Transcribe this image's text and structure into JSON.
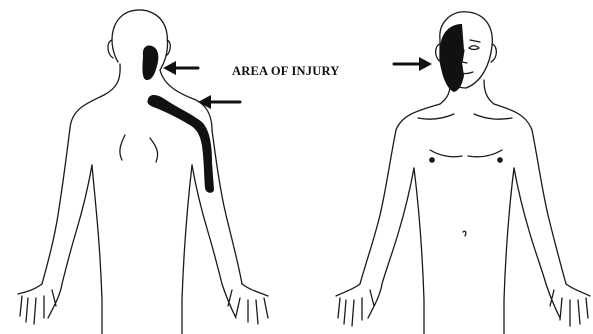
{
  "diagram": {
    "annotation_label": "AREA OF INJURY",
    "colors": {
      "line": "#1a1a1a",
      "injury": "#111111",
      "background": "#ffffff"
    },
    "figures": [
      {
        "name": "back-view-figure",
        "view": "posterior"
      },
      {
        "name": "front-view-figure",
        "view": "anterior"
      }
    ],
    "injury_regions": [
      {
        "name": "neck-injury-region",
        "figure": "back-view-figure"
      },
      {
        "name": "shoulder-arm-injury-region",
        "figure": "back-view-figure"
      },
      {
        "name": "face-injury-region",
        "figure": "front-view-figure"
      }
    ],
    "arrows": [
      {
        "name": "arrow-to-neck",
        "direction": "left"
      },
      {
        "name": "arrow-to-shoulder",
        "direction": "left"
      },
      {
        "name": "arrow-to-face",
        "direction": "right"
      }
    ]
  }
}
